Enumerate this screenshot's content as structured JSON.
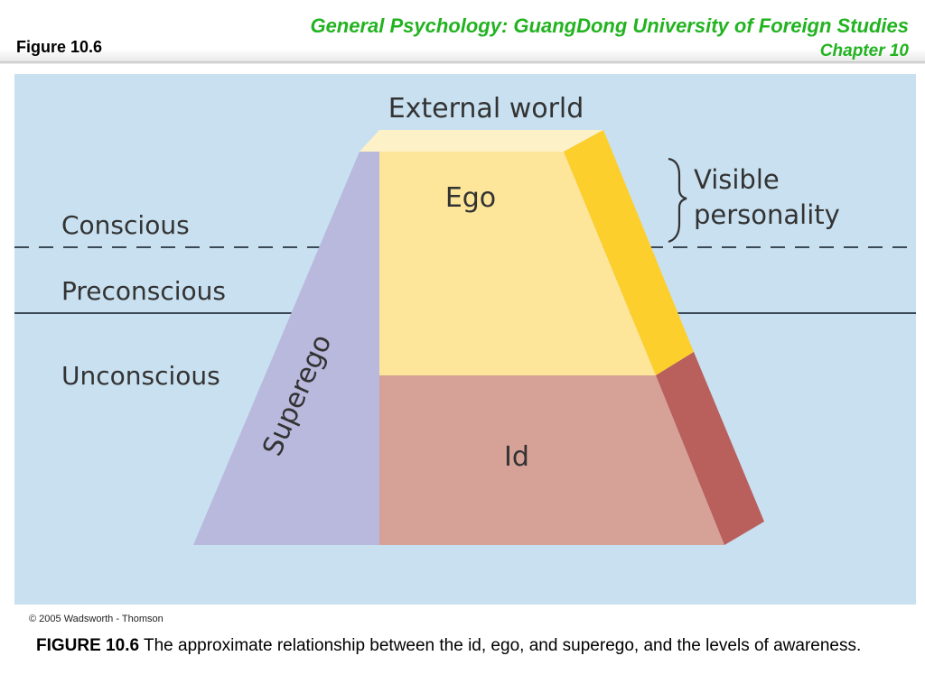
{
  "header": {
    "figure_label": "Figure 10.6",
    "course_title": "General Psychology: GuangDong University of Foreign Studies",
    "chapter": "Chapter 10"
  },
  "diagram": {
    "external_world": "External world",
    "conscious": "Conscious",
    "preconscious": "Preconscious",
    "unconscious": "Unconscious",
    "visible_personality_line1": "Visible",
    "visible_personality_line2": "personality",
    "ego": "Ego",
    "id": "Id",
    "superego": "Superego",
    "copyright": "© 2005 Wadsworth - Thomson"
  },
  "caption": {
    "number": "FIGURE 10.6",
    "text": " The approximate relationship between the id, ego, and superego, and the levels of awareness."
  },
  "colors": {
    "background": "#c8e0f0",
    "ego": "#fde59a",
    "ego_side": "#fccf2d",
    "id": "#d6a196",
    "id_side": "#b95f5c",
    "superego": "#b9b9de",
    "title_green": "#22b320"
  }
}
